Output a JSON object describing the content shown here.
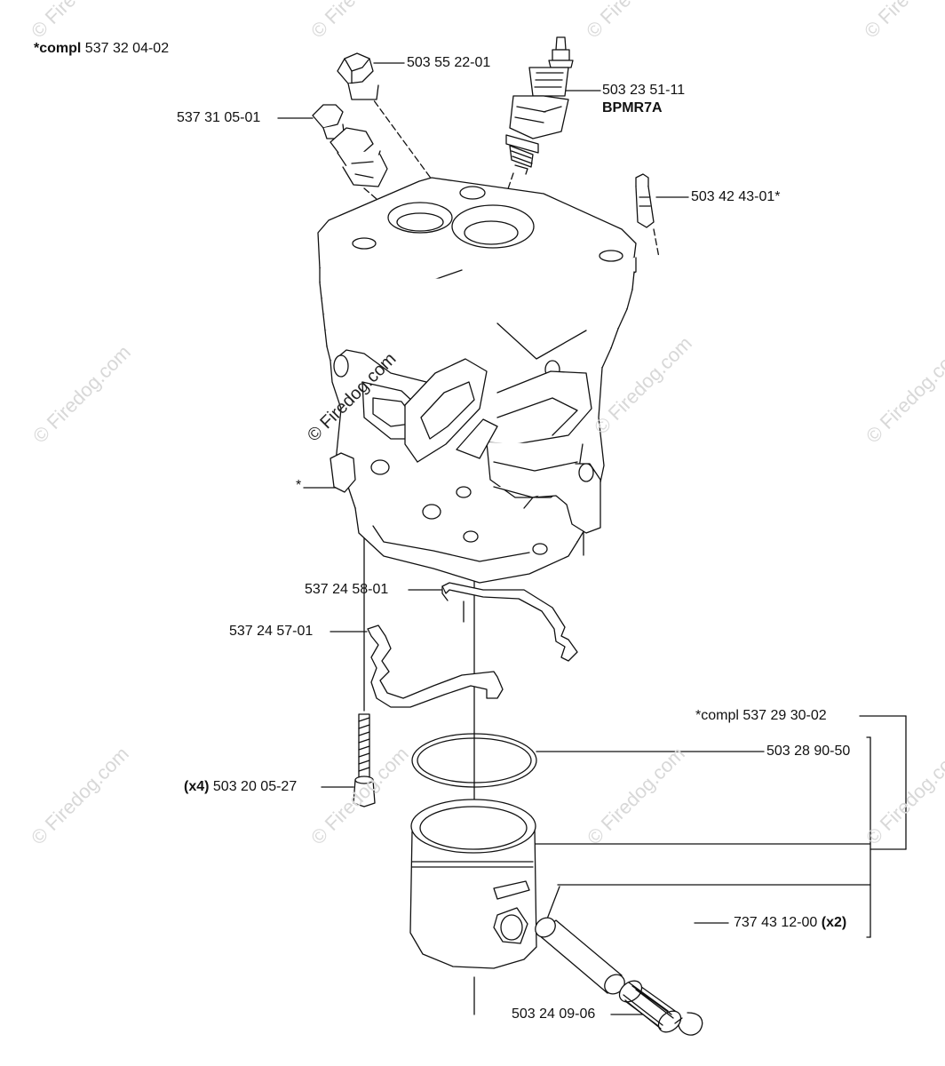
{
  "watermark": "© Firedog.com",
  "labels": {
    "compl_top_prefix": "*compl",
    "compl_top_number": "537 32 04-02",
    "p_503552201": "503 55 22-01",
    "p_537310501": "537 31 05-01",
    "p_503235111": "503 23 51-11",
    "p_bpmr7a": "BPMR7A",
    "p_503424301": "503 42 43-01*",
    "p_star": "*",
    "p_537245801": "537 24 58-01",
    "p_537245701": "537 24 57-01",
    "p_compl_piston": "*compl 537 29 30-02",
    "p_503289050": "503 28 90-50",
    "p_x4_prefix": "(x4)",
    "p_503200527": "503 20 05-27",
    "p_737431200": "737 43 12-00",
    "p_x2_suffix": "(x2)",
    "p_503240906": "503 24 09-06"
  },
  "colors": {
    "line": "#111111",
    "fill": "#ffffff",
    "watermark": "#d8d8d8"
  }
}
